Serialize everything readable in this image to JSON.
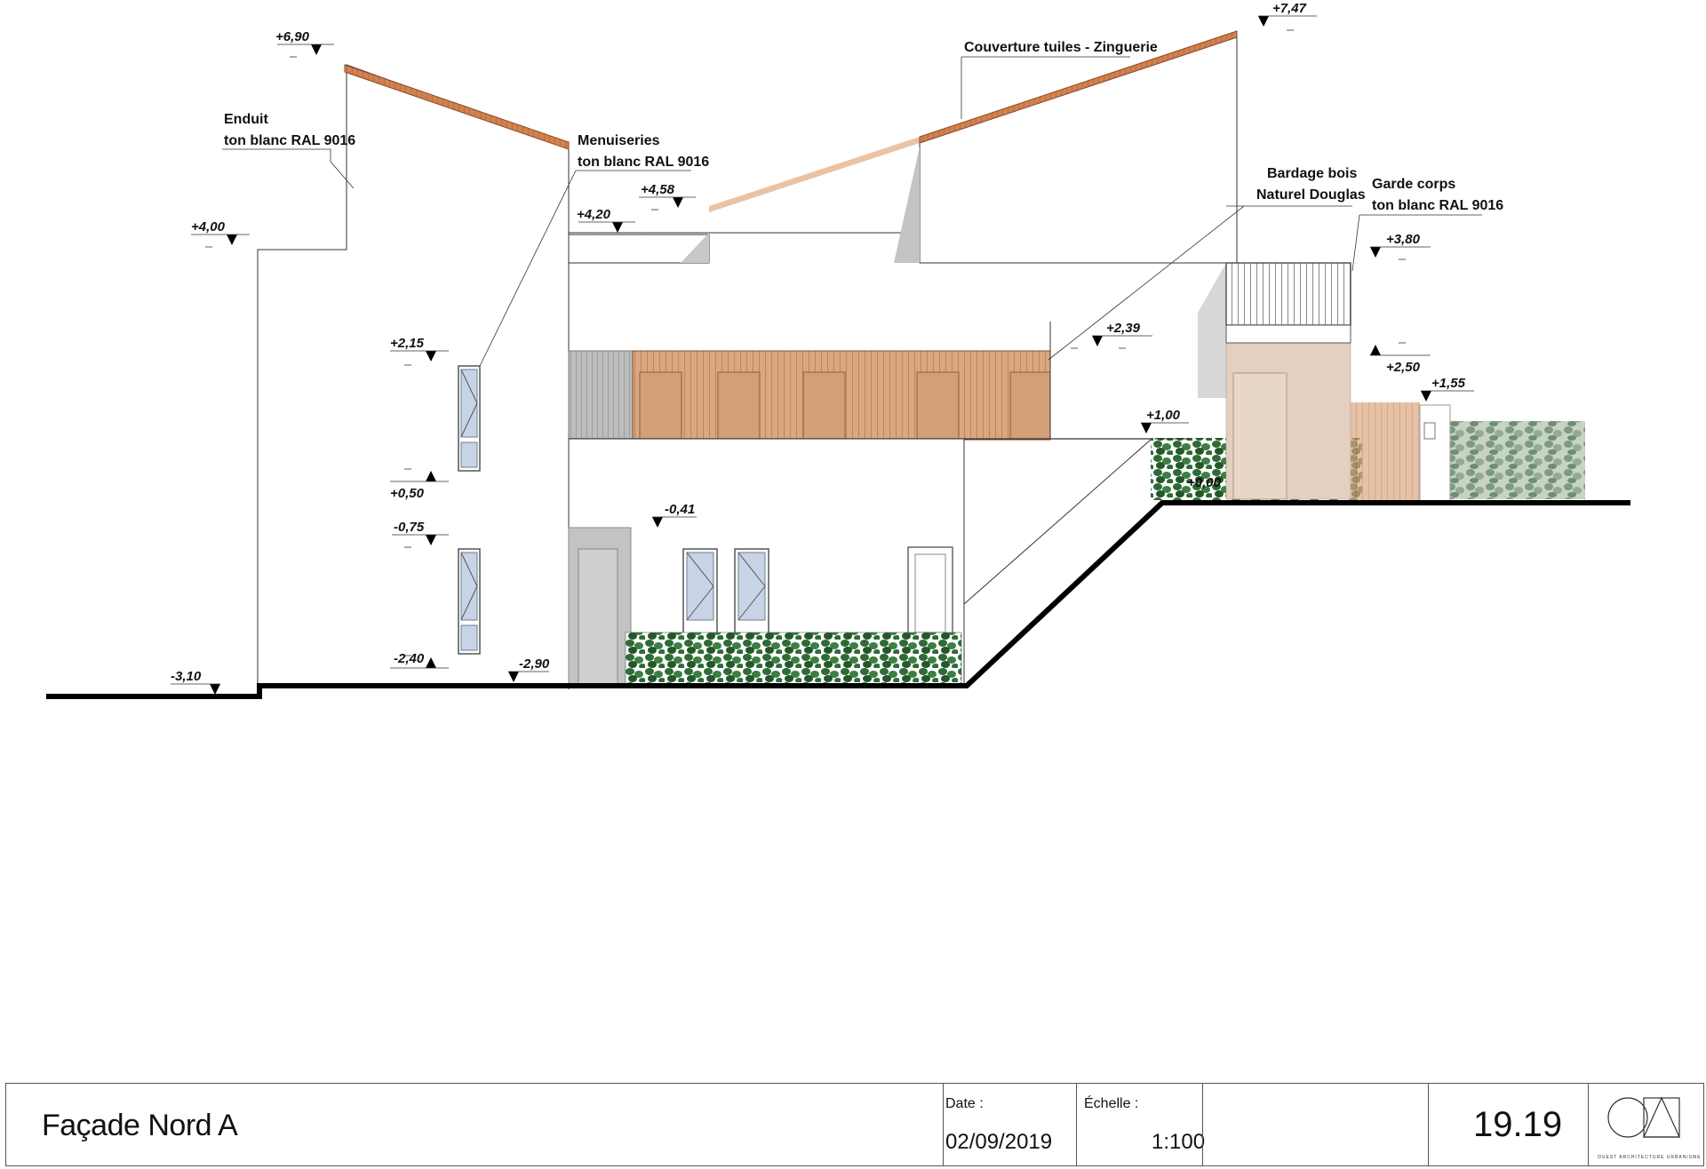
{
  "levels": [
    {
      "id": "l690",
      "text": "+6,90"
    },
    {
      "id": "l747",
      "text": "+7,47"
    },
    {
      "id": "l400",
      "text": "+4,00"
    },
    {
      "id": "l420",
      "text": "+4,20"
    },
    {
      "id": "l458",
      "text": "+4,58"
    },
    {
      "id": "l380",
      "text": "+3,80"
    },
    {
      "id": "l239",
      "text": "+2,39"
    },
    {
      "id": "l250",
      "text": "+2,50"
    },
    {
      "id": "l215",
      "text": "+2,15"
    },
    {
      "id": "l155",
      "text": "+1,55"
    },
    {
      "id": "l100",
      "text": "+1,00"
    },
    {
      "id": "l000",
      "text": "+0,00"
    },
    {
      "id": "l050",
      "text": "+0,50"
    },
    {
      "id": "l041",
      "text": "-0,41"
    },
    {
      "id": "l075",
      "text": "-0,75"
    },
    {
      "id": "l240",
      "text": "-2,40"
    },
    {
      "id": "l290",
      "text": "-2,90"
    },
    {
      "id": "l310",
      "text": "-3,10"
    }
  ],
  "annotations": {
    "enduit": [
      "Enduit",
      "ton blanc RAL 9016"
    ],
    "menuiseries": [
      "Menuiseries",
      "ton blanc RAL 9016"
    ],
    "couverture": [
      "Couverture tuiles - Zinguerie"
    ],
    "bardage": [
      "Bardage bois",
      "Naturel Douglas"
    ],
    "garde": [
      "Garde corps",
      "ton blanc RAL 9016"
    ]
  },
  "titleblock": {
    "title": "Façade Nord A",
    "date_label": "Date :",
    "date_value": "02/09/2019",
    "scale_label": "Échelle :",
    "scale_value": "1:100",
    "sheet_number": "19.19",
    "firm_name": "OUEST ARCHITECTURE URBANISME"
  },
  "colors": {
    "roof_tile": "#d2814f",
    "wood_cladding": "#d9a57c",
    "grey_cladding": "#b9b9b9",
    "window_glass": "#c8d4e6",
    "hedge_green": "#2f6b35",
    "ground_line": "#000000"
  }
}
